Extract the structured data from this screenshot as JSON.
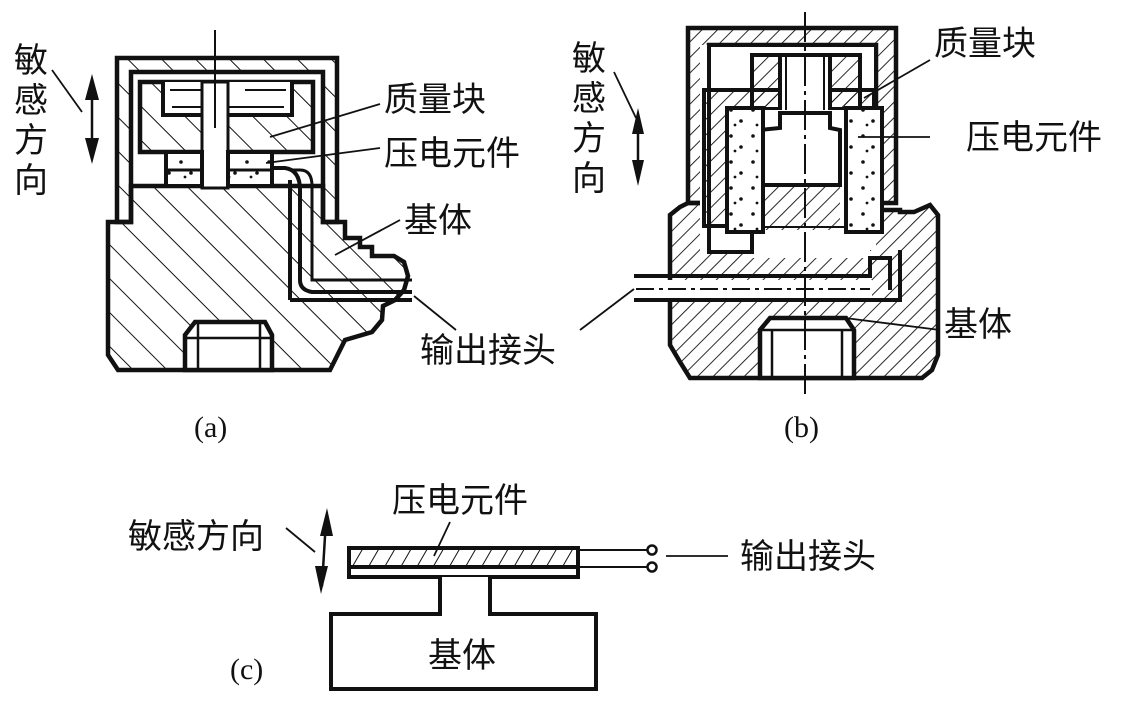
{
  "figure": {
    "panels": [
      {
        "id": "a",
        "caption": "(a)",
        "labels": {
          "direction_chars": [
            "敏",
            "感",
            "方",
            "向"
          ],
          "mass": "质量块",
          "piezo": "压电元件",
          "base": "基体",
          "output": "输出接头"
        }
      },
      {
        "id": "b",
        "caption": "(b)",
        "labels": {
          "direction_chars": [
            "敏",
            "感",
            "方",
            "向"
          ],
          "mass": "质量块",
          "piezo": "压电元件",
          "base": "基体"
        }
      },
      {
        "id": "c",
        "caption": "(c)",
        "labels": {
          "direction": "敏感方向",
          "piezo": "压电元件",
          "base": "基体",
          "output": "输出接头"
        }
      }
    ]
  }
}
